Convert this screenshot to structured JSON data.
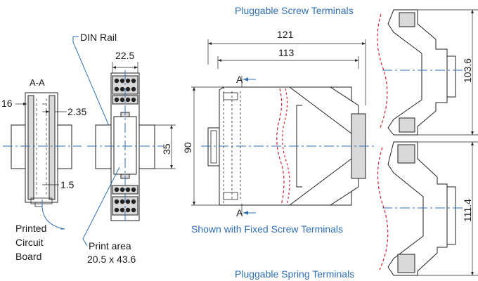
{
  "section_label": "A-A",
  "section_marker": "A",
  "din_rail_label": "DIN Rail",
  "pcb_label": [
    "Printed",
    "Circuit",
    "Board"
  ],
  "print_area_label": "Print area",
  "print_area_size": "20.5 x 43.6",
  "shown_with_label": "Shown with Fixed Screw Terminals",
  "screw_terminals_label": "Pluggable Screw Terminals",
  "spring_terminals_label": "Pluggable Spring Terminals",
  "dimensions": {
    "section_width": "16",
    "section_wall": "2.35",
    "section_gap": "1.5",
    "front_width": "22.5",
    "rail_height": "35",
    "side_length": "121",
    "side_length_inner": "113",
    "side_height": "90",
    "screw_height": "103.6",
    "spring_height": "111.4"
  },
  "colors": {
    "accent": "#2f6fb5",
    "cut_line": "#d0202a",
    "body_fill": "#d9d9d9"
  }
}
